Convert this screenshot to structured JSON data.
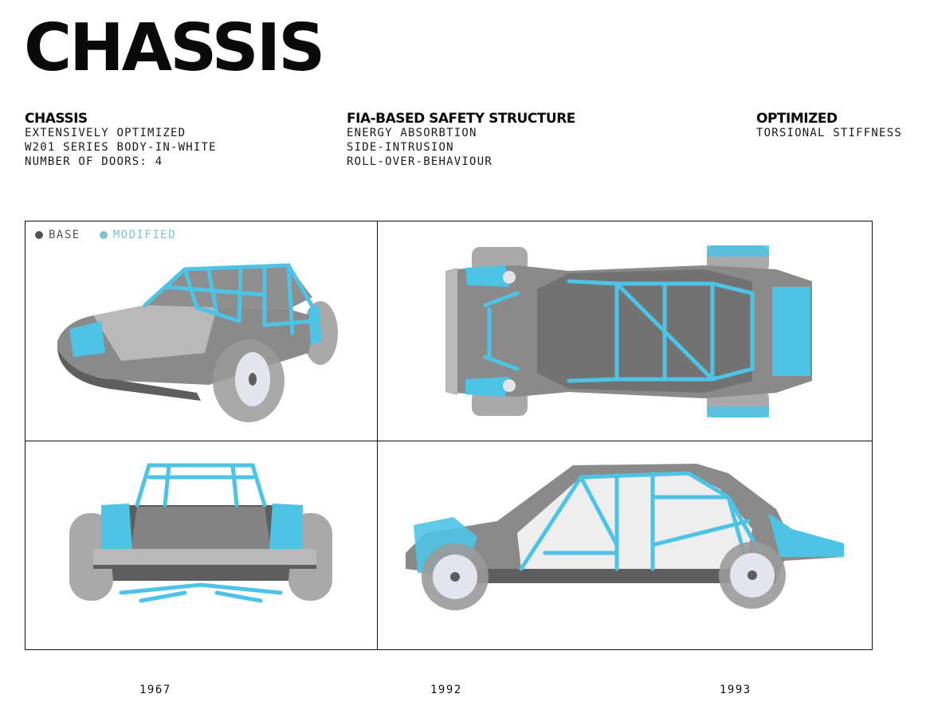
{
  "page": {
    "title": "CHASSIS"
  },
  "specs": [
    {
      "heading": "CHASSIS",
      "lines": [
        "EXTENSIVELY OPTIMIZED",
        "W201 SERIES BODY-IN-WHITE",
        "NUMBER OF DOORS: 4"
      ]
    },
    {
      "heading": "FIA-BASED SAFETY STRUCTURE",
      "lines": [
        "ENERGY ABSORBTION",
        "SIDE-INTRUSION",
        "ROLL-OVER-BEHAVIOUR"
      ]
    },
    {
      "heading": "OPTIMIZED",
      "lines": [
        "TORSIONAL STIFFNESS"
      ]
    }
  ],
  "legend": {
    "base_label": "BASE",
    "modified_label": "MODIFIED",
    "base_color": "#555555",
    "modified_color": "#7cc4d4"
  },
  "colors": {
    "cage": "#4dc3e6",
    "cage_dark": "#2a9cc4",
    "chassis": "#8a8a8a",
    "chassis_dark": "#5e5e5e",
    "chassis_light": "#b9b9b9",
    "tire": "#9a9a9a",
    "rim": "#e4e4ef"
  },
  "views": [
    {
      "icon": "chassis-perspective-view"
    },
    {
      "icon": "chassis-top-view"
    },
    {
      "icon": "chassis-rear-view"
    },
    {
      "icon": "chassis-side-view"
    }
  ],
  "years": [
    "1967",
    "1992",
    "1993"
  ]
}
